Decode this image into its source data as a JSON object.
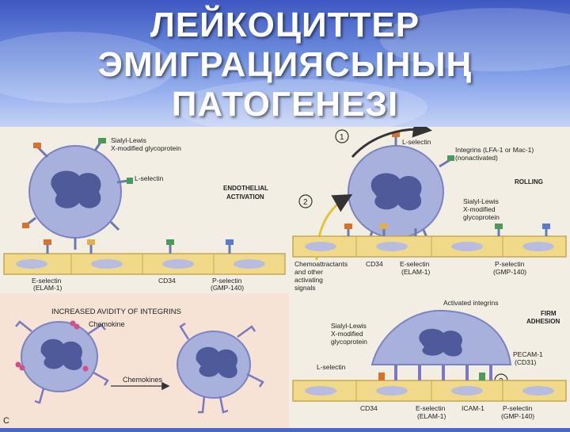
{
  "slide": {
    "title_lines": [
      "ЛЕЙКОЦИТТЕР",
      "ЭМИГРАЦИЯСЫНЫҢ",
      "ПАТОГЕНЕЗІ"
    ]
  },
  "panel_a": {
    "sialyl": "Sialyl-Lewis",
    "xmod": "X-modified glycoprotein",
    "lselectin": "L-selectin",
    "endo1": "ENDOTHELIAL",
    "endo2": "ACTIVATION",
    "eselectin": "E-selectin",
    "elam": "(ELAM-1)",
    "cd34": "CD34",
    "pselectin": "P-selectin",
    "gmp": "(GMP-140)"
  },
  "panel_b": {
    "step1": "1",
    "step2": "2",
    "lselectin": "L-selectin",
    "integrins1": "Integrins (LFA-1 or Mac-1)",
    "integrins2": "(nonactivated)",
    "rolling": "ROLLING",
    "sialyl": "Sialyl-Lewis",
    "xmod": "X-modified",
    "glyco": "glycoprotein",
    "chemo1": "Chemoattractants",
    "chemo2": "and other",
    "chemo3": "activating",
    "chemo4": "signals",
    "cd34": "CD34",
    "eselectin": "E-selectin",
    "elam": "(ELAM-1)",
    "pselectin": "P-selectin",
    "gmp": "(GMP-140)"
  },
  "panel_c": {
    "title": "INCREASED AVIDITY OF INTEGRINS",
    "chemokine": "Chemokine",
    "chemokines": "Chemokines",
    "letter": "C"
  },
  "panel_d": {
    "activated": "Activated integrins",
    "firm1": "FIRM",
    "firm2": "ADHESION",
    "sialyl": "Sialyl-Lewis",
    "xmod": "X-modified",
    "glyco": "glycoprotein",
    "lselectin": "L-selectin",
    "pecam": "PECAM-1",
    "cd31": "(CD31)",
    "step3": "3",
    "cd34": "CD34",
    "eselectin": "E-selectin",
    "elam": "(ELAM-1)",
    "icam": "ICAM-1",
    "pselectin": "P-selectin",
    "gmp": "(GMP-140)"
  },
  "colors": {
    "cell": "#a8b0dc",
    "nucleus": "#4e5a9a",
    "endothelium": "#f1d98a",
    "endo_nucleus": "#b8bde0"
  }
}
